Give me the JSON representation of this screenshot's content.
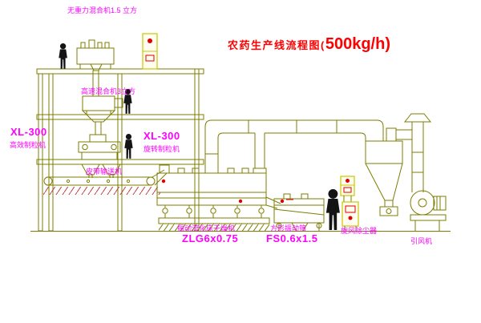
{
  "title": {
    "part1": "农药生产线流程图(",
    "part2": "500kg/h)"
  },
  "labels": {
    "gravity_mixer": "无重力混合机1.5 立方",
    "high_speed_mixer": "高速混合机3立方",
    "granulator_left": {
      "model": "XL-300",
      "name": "高效制粒机"
    },
    "granulator_right": {
      "model": "XL-300",
      "name": "旋转制粒机"
    },
    "belt_conveyor": "皮带输送机",
    "dryer": {
      "name": "振动流化床干燥机",
      "model": "ZLG6x0.75"
    },
    "screen": {
      "name": "方形振动筛",
      "model": "FS0.6x1.5"
    },
    "cyclone": "旋风除尘器",
    "fan": "引风机"
  },
  "colors": {
    "linework": "#7d7d00",
    "label": "#ff00ff",
    "title": "#ff0000",
    "panel_border": "#c8c800",
    "panel_fill": "#fffdf0",
    "accent": "#e00000",
    "figure": "#141414",
    "hatch": "#c03a3a",
    "background": "#ffffff"
  }
}
